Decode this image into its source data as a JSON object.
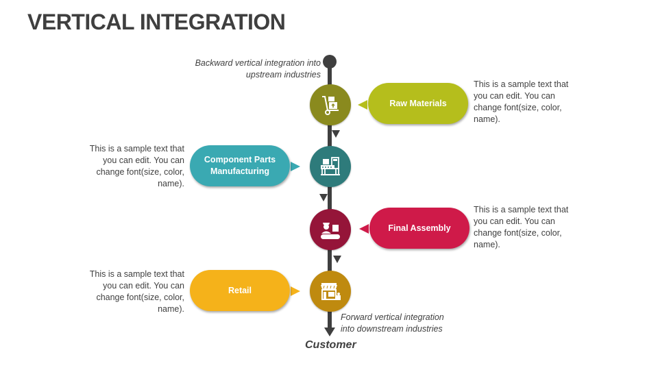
{
  "title": "VERTICAL INTEGRATION",
  "notes": {
    "backward": "Backward vertical integration into upstream industries",
    "backward_line1": "Backward vertical integration into",
    "backward_line2": "upstream industries",
    "forward_line1": "Forward vertical integration",
    "forward_line2": "into downstream industries"
  },
  "end_label": "Customer",
  "stages": [
    {
      "label": "Raw Materials",
      "icon": "hand-truck-boxes-icon",
      "side": "right",
      "circle_color": "#8a8a1e",
      "pill_color": "#b5be1c",
      "description": "This is a sample text that you can edit. You can change font(size, color, name)."
    },
    {
      "label": "Component Parts Manufacturing",
      "label_line1": "Component Parts",
      "label_line2": "Manufacturing",
      "icon": "factory-machine-icon",
      "side": "left",
      "circle_color": "#2e7b7b",
      "pill_color": "#3aa9b2",
      "description": "This is a sample text that you can edit. You can change font(size, color, name)."
    },
    {
      "label": "Final Assembly",
      "icon": "worker-assembly-line-icon",
      "side": "right",
      "circle_color": "#951539",
      "pill_color": "#cf1a49",
      "description": "This is a sample text that you can edit. You can change font(size, color, name)."
    },
    {
      "label": "Retail",
      "icon": "storefront-icon",
      "side": "left",
      "circle_color": "#bf8a0f",
      "pill_color": "#f5b21a",
      "description": "This is a sample text that you can edit. You can change font(size, color, name)."
    }
  ],
  "colors": {
    "spine": "#3f3f3f",
    "text": "#404040"
  }
}
